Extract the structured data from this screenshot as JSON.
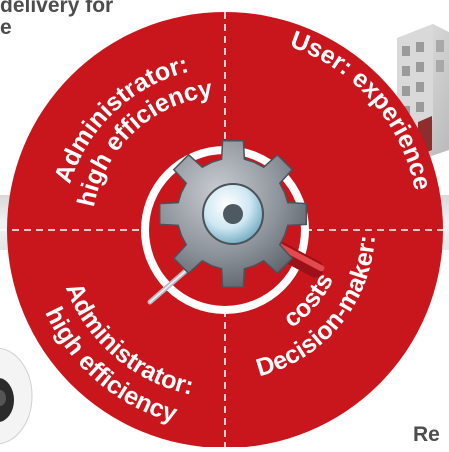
{
  "diagram": {
    "colors": {
      "primary": "#c9161d",
      "divider": "#ffffff",
      "text": "#ffffff",
      "background_text": "#4d4d4d",
      "band": "#e9e9e9"
    },
    "top_fragment": {
      "line1": "delivery for",
      "line2": "e"
    },
    "bottom_fragment": "Re",
    "quadrants": [
      {
        "id": "top-left",
        "line1": "Administrator:",
        "line2": "high efficiency"
      },
      {
        "id": "top-right",
        "line1": "User: experience",
        "line2": ""
      },
      {
        "id": "bottom-left",
        "line1": "Administrator:",
        "line2": "high efficiency"
      },
      {
        "id": "bottom-right",
        "line1": "Decision-maker:",
        "line2": "costs"
      }
    ],
    "center_icon": "gear-with-wrench-icon",
    "side_images": [
      "building-image",
      "device-image"
    ]
  }
}
